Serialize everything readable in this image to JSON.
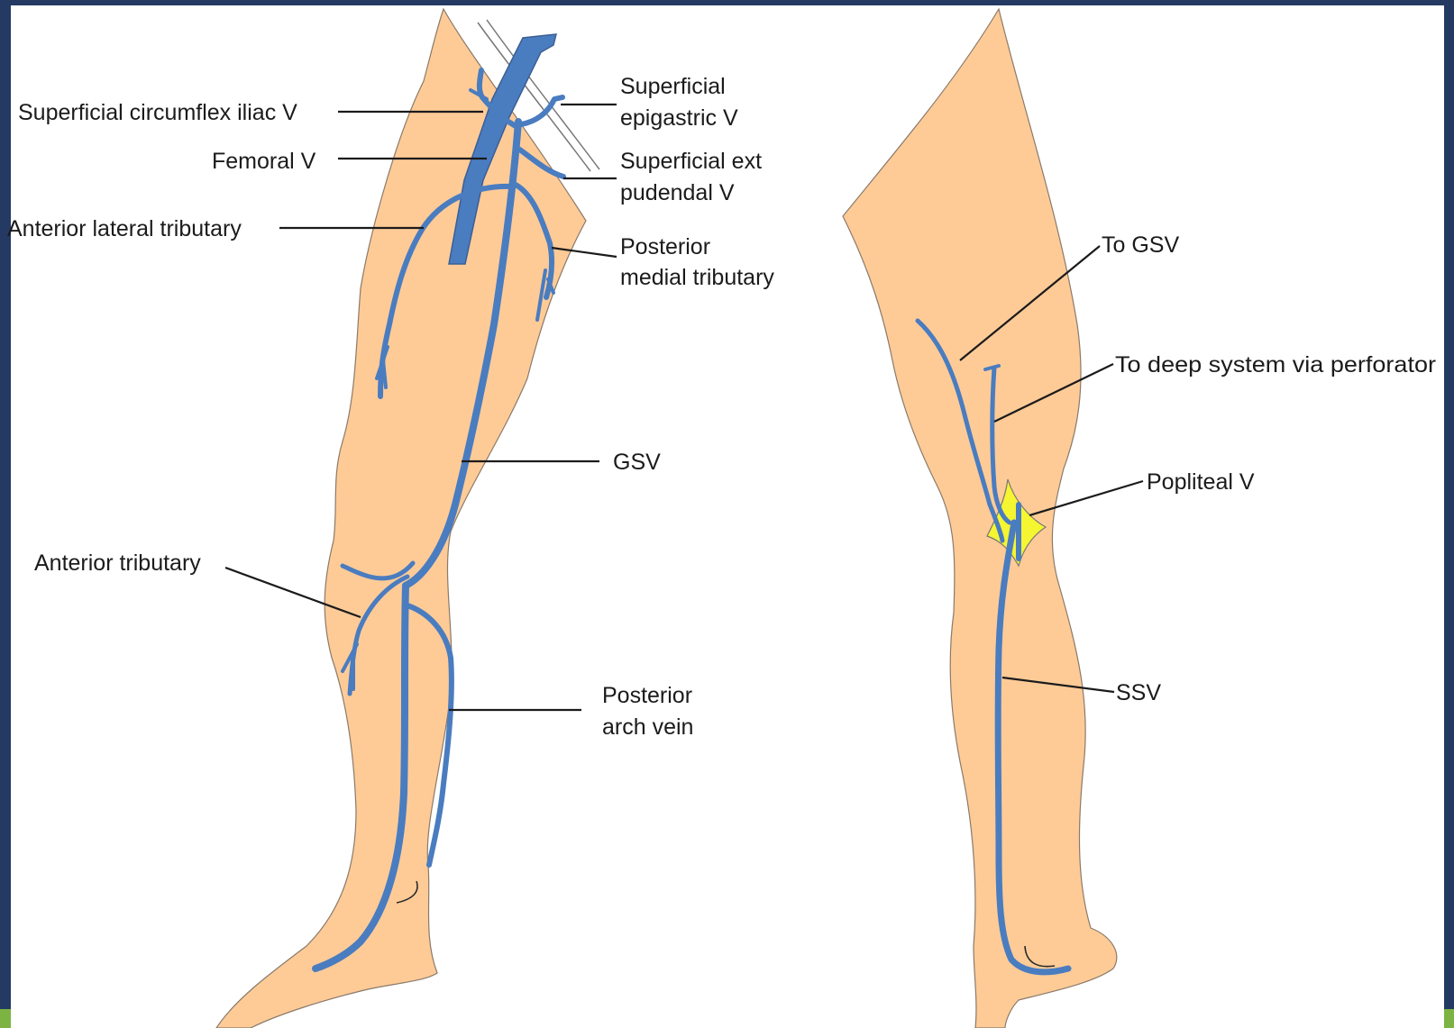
{
  "left_leg": {
    "labels": {
      "superficial_circumflex_iliac": "Superficial circumflex iliac V",
      "superficial_epigastric_1": "Superficial",
      "superficial_epigastric_2": "epigastric V",
      "femoral": "Femoral V",
      "superficial_ext_pudendal_1": "Superficial ext",
      "superficial_ext_pudendal_2": "pudendal V",
      "anterior_lateral_tributary": "Anterior lateral tributary",
      "posterior_medial_tributary_1": "Posterior",
      "posterior_medial_tributary_2": "medial tributary",
      "gsv": "GSV",
      "anterior_tributary": "Anterior tributary",
      "posterior_arch_vein_1": "Posterior",
      "posterior_arch_vein_2": "arch vein"
    }
  },
  "right_leg": {
    "labels": {
      "to_gsv": "To GSV",
      "to_deep_system": "To deep system via perforator",
      "popliteal": "Popliteal V",
      "ssv": "SSV"
    }
  },
  "colors": {
    "frame": "#243a63",
    "canvas": "#ffffff",
    "skin": "#fecb97",
    "vein": "#4a7cc0",
    "popliteal_fossa": "#f5f531",
    "accent_green": "#7cb342"
  }
}
